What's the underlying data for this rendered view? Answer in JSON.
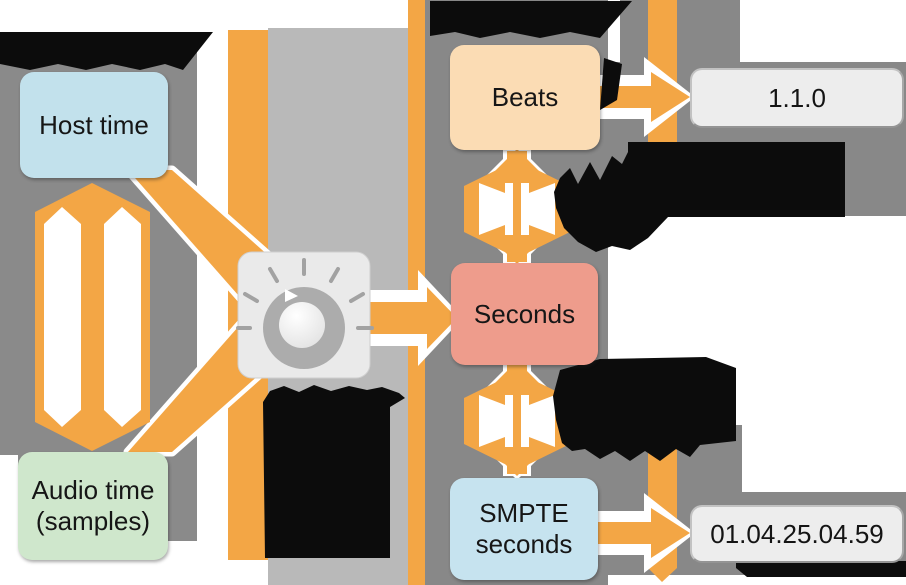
{
  "boxes": {
    "host_time": {
      "label": "Host time",
      "fill": "#C2E1EC"
    },
    "audio_time": {
      "label": "Audio time\n(samples)",
      "fill": "#CFE7CC"
    },
    "beats": {
      "label": "Beats",
      "fill": "#FBDCB4"
    },
    "seconds": {
      "label": "Seconds",
      "fill": "#EE9C8C"
    },
    "smpte_seconds": {
      "label": "SMPTE\nseconds",
      "fill": "#C6E3EF"
    }
  },
  "displays": {
    "beats_display": {
      "value": "1.1.0",
      "fill": "#EDEDED"
    },
    "smpte_display": {
      "value": "01.04.25.04.59",
      "fill": "#EDEDED"
    }
  },
  "icons": {
    "clock_knob": "knob-dial-icon",
    "converter_top": "bidirectional-converter-icon",
    "converter_bottom": "bidirectional-converter-icon"
  },
  "obscured_labels": [
    "hardware-times-area-blob",
    "media-times-area-blob",
    "clock-area-blob",
    "tempo-map-area-blob",
    "smpte-offset-area-blob",
    "bottom-right-blob"
  ],
  "colors": {
    "arrow_orange": "#F3A645",
    "panel_gray": "#8A8A8A",
    "light_gray": "#B9B9B9",
    "knob_face": "#EAEAEA",
    "blob_black": "#0C0C0C",
    "display_gray": "#EDEDED",
    "background": "#FFFFFF"
  }
}
